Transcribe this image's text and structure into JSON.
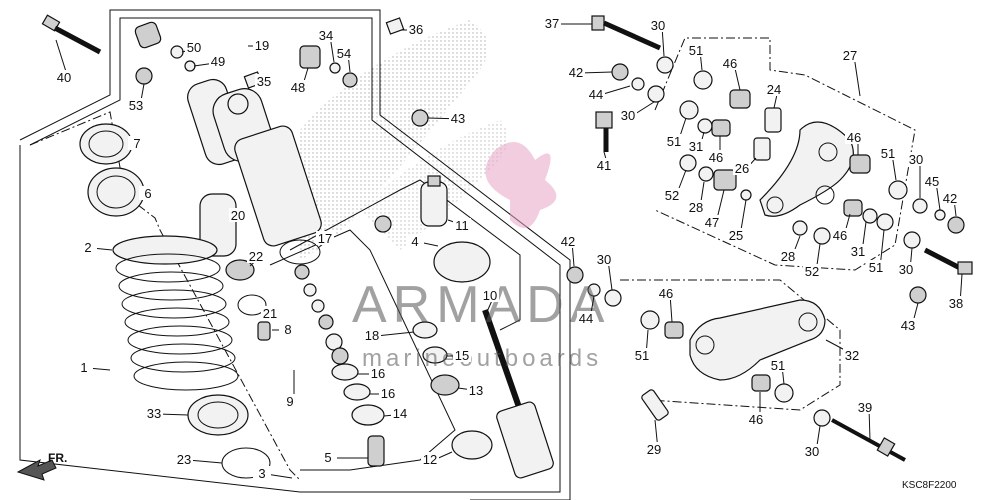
{
  "diagram_code": "KSC8F2200",
  "direction_label": "FR.",
  "watermark": {
    "brand": "ARMADA",
    "tagline": "marineoutboards"
  },
  "callouts": {
    "1": "1",
    "2": "2",
    "3": "3",
    "4": "4",
    "5": "5",
    "6": "6",
    "7": "7",
    "8": "8",
    "9": "9",
    "10": "10",
    "11": "11",
    "12": "12",
    "13": "13",
    "14": "14",
    "15": "15",
    "16a": "16",
    "16b": "16",
    "17": "17",
    "18": "18",
    "19": "19",
    "20": "20",
    "21": "21",
    "22": "22",
    "23": "23",
    "24": "24",
    "25": "25",
    "26": "26",
    "27": "27",
    "28a": "28",
    "28b": "28",
    "29": "29",
    "30a": "30",
    "30b": "30",
    "30c": "30",
    "30d": "30",
    "30e": "30",
    "30f": "30",
    "31a": "31",
    "31b": "31",
    "32": "32",
    "33": "33",
    "34": "34",
    "35": "35",
    "36": "36",
    "37": "37",
    "38": "38",
    "39": "39",
    "40": "40",
    "41": "41",
    "42a": "42",
    "42b": "42",
    "42c": "42",
    "43a": "43",
    "43b": "43",
    "44a": "44",
    "44b": "44",
    "45": "45",
    "46a": "46",
    "46b": "46",
    "46c": "46",
    "46d": "46",
    "46e": "46",
    "46f": "46",
    "47": "47",
    "48": "48",
    "49": "49",
    "50": "50",
    "51a": "51",
    "51b": "51",
    "51c": "51",
    "51d": "51",
    "51e": "51",
    "51f": "51",
    "52a": "52",
    "52b": "52",
    "53": "53",
    "54": "54"
  }
}
